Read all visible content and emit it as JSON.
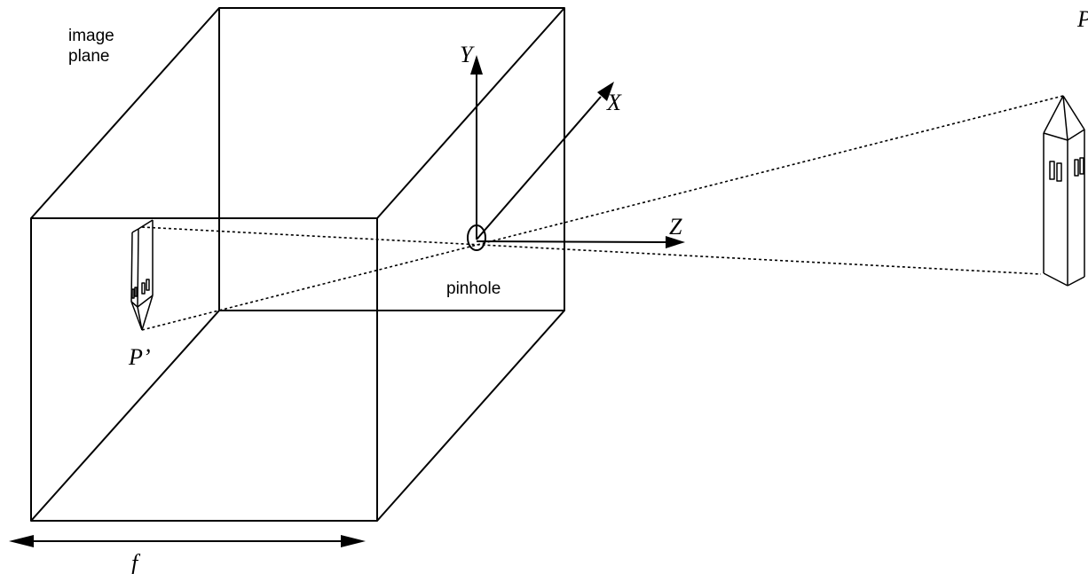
{
  "labels": {
    "image_plane_line1": "image",
    "image_plane_line2": "plane",
    "pinhole": "pinhole",
    "axis_x": "X",
    "axis_y": "Y",
    "axis_z": "Z",
    "point_object": "P",
    "point_image": "P’",
    "focal_length": "f"
  }
}
